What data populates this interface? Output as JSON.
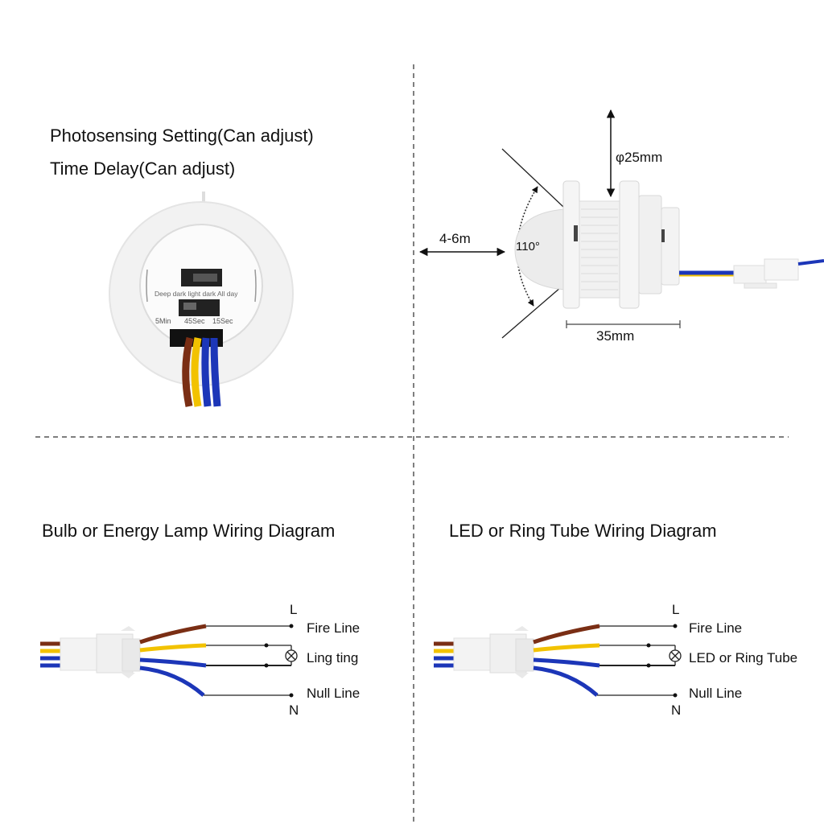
{
  "top_left": {
    "title_line1": "Photosensing Setting(Can adjust)",
    "title_line2": "Time Delay(Can adjust)",
    "sensor_back": {
      "photo_label": "Deep dark light dark All day",
      "time_labels": [
        "5Min",
        "45Sec",
        "15Sec"
      ]
    }
  },
  "top_right": {
    "diameter_label": "φ25mm",
    "range_label": "4-6m",
    "angle_label": "110°",
    "length_label": "35mm"
  },
  "bottom_left": {
    "title": "Bulb or Energy Lamp Wiring Diagram",
    "terminal_top": "L",
    "terminal_bottom": "N",
    "fire_line": "Fire Line",
    "load_label": "Ling ting",
    "null_line": "Null Line"
  },
  "bottom_right": {
    "title": "LED or Ring Tube Wiring Diagram",
    "terminal_top": "L",
    "terminal_bottom": "N",
    "fire_line": "Fire Line",
    "load_label": "LED or Ring Tube",
    "null_line": "Null Line"
  },
  "colors": {
    "wire_brown": "#7a2e14",
    "wire_yellow": "#f2c200",
    "wire_blue": "#1c36b8",
    "divider": "#555555"
  }
}
